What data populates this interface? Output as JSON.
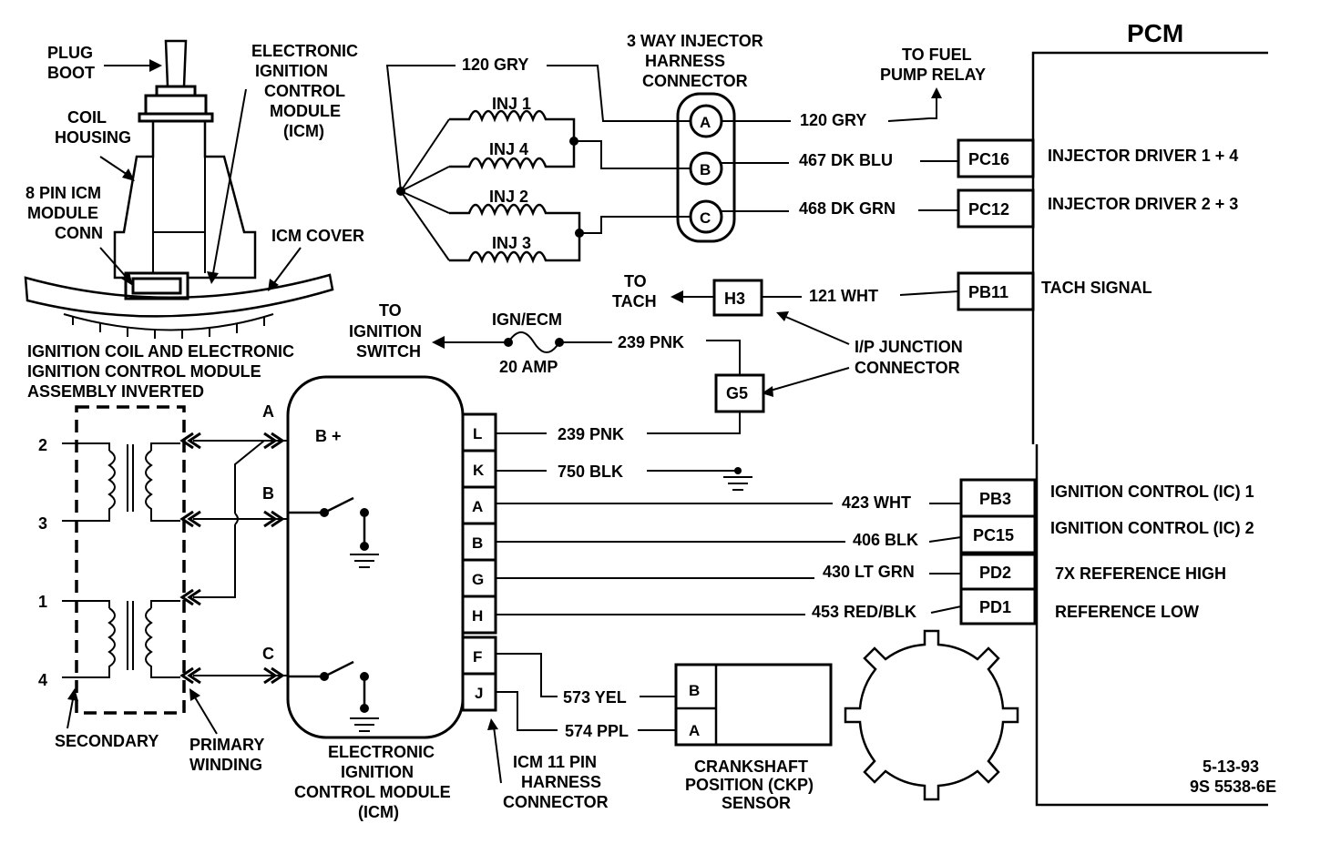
{
  "pcm": {
    "title": "PCM",
    "pins": [
      {
        "id": "PC16",
        "label": "INJECTOR DRIVER 1  + 4"
      },
      {
        "id": "PC12",
        "label": "INJECTOR DRIVER 2  + 3"
      },
      {
        "id": "PB11",
        "label": "TACH SIGNAL"
      },
      {
        "id": "PB3",
        "label": "IGNITION CONTROL (IC) 1"
      },
      {
        "id": "PC15",
        "label": "IGNITION CONTROL (IC) 2"
      },
      {
        "id": "PD2",
        "label": "7X REFERENCE HIGH"
      },
      {
        "id": "PD1",
        "label": "REFERENCE LOW"
      }
    ]
  },
  "injectors": {
    "harness_title": [
      "3 WAY INJECTOR",
      "HARNESS",
      "CONNECTOR"
    ],
    "pins": [
      "A",
      "B",
      "C"
    ],
    "coils": [
      "INJ 1",
      "INJ 4",
      "INJ 2",
      "INJ 3"
    ],
    "wire_top": "120 GRY"
  },
  "wires": {
    "a_gry": "120 GRY",
    "b_blu": "467 DK BLU",
    "c_grn": "468 DK GRN",
    "tach": "121 WHT",
    "ign_pnk": "239 PNK",
    "l_pnk": "239 PNK",
    "k_blk": "750 BLK",
    "a_wht": "423 WHT",
    "b_blk": "406 BLK",
    "g_grn": "430 LT GRN",
    "h_red": "453 RED/BLK",
    "f_yel": "573 YEL",
    "j_ppl": "574 PPL"
  },
  "labels": {
    "fuel_pump": [
      "TO FUEL",
      "PUMP RELAY"
    ],
    "to_tach": [
      "TO",
      "TACH"
    ],
    "h3": "H3",
    "g5": "G5",
    "ip_junction": [
      "I/P JUNCTION",
      "CONNECTOR"
    ],
    "to_ignition": [
      "TO",
      "IGNITION",
      "SWITCH"
    ],
    "fuse": [
      "IGN/ECM",
      "20 AMP"
    ],
    "plug_boot": [
      "PLUG",
      "BOOT"
    ],
    "coil_housing": [
      "COIL",
      "HOUSING"
    ],
    "eicm": [
      "ELECTRONIC",
      "IGNITION",
      "CONTROL",
      "MODULE",
      "(ICM)"
    ],
    "pin8": [
      "8 PIN ICM",
      "MODULE",
      "CONN"
    ],
    "icm_cover": "ICM COVER",
    "assembly": [
      "IGNITION COIL AND ELECTRONIC",
      "IGNITION  CONTROL MODULE",
      "ASSEMBLY INVERTED"
    ],
    "secondary": "SECONDARY",
    "primary": [
      "PRIMARY",
      "WINDING"
    ],
    "terminals": [
      "2",
      "3",
      "1",
      "4"
    ],
    "coil_pins": [
      "A",
      "B",
      "C"
    ],
    "bplus": "B +",
    "icm_bottom": [
      "ELECTRONIC",
      "IGNITION",
      "CONTROL MODULE",
      "(ICM)"
    ],
    "icm_conn": [
      "ICM 11 PIN",
      "HARNESS",
      "CONNECTOR"
    ],
    "icm_pins": [
      "L",
      "K",
      "A",
      "B",
      "G",
      "H",
      "F",
      "J"
    ],
    "ckp_pins": [
      "B",
      "A"
    ],
    "ckp": [
      "CRANKSHAFT",
      "POSITION (CKP)",
      "SENSOR"
    ],
    "date": [
      "5-13-93",
      "9S 5538-6E"
    ]
  }
}
